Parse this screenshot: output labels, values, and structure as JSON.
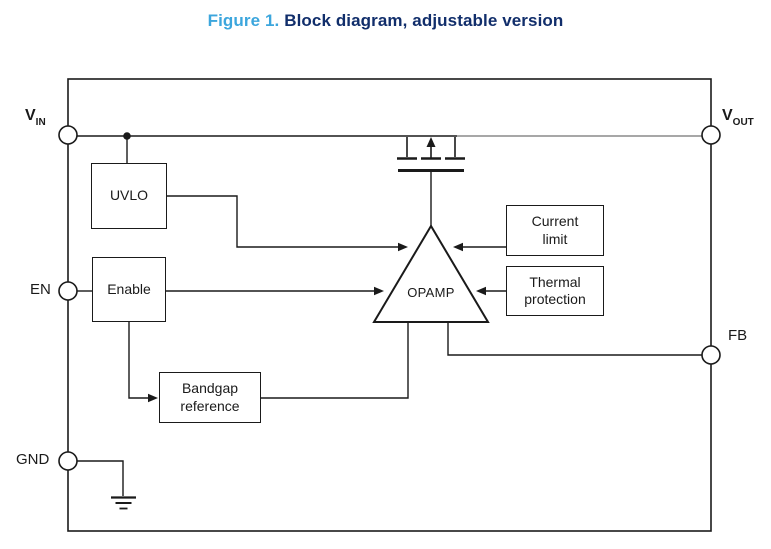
{
  "title": {
    "figure_label": "Figure 1.",
    "text": "Block diagram, adjustable version"
  },
  "colors": {
    "figure_label_blue": "#3ca6dd",
    "title_navy": "#112e6b",
    "line_black": "#1a1a1a",
    "line_gray": "#8a8a8a"
  },
  "pins": {
    "vin": {
      "base": "V",
      "sub": "IN"
    },
    "vout": {
      "base": "V",
      "sub": "OUT"
    },
    "en": {
      "label": "EN"
    },
    "fb": {
      "label": "FB"
    },
    "gnd": {
      "label": "GND"
    }
  },
  "blocks": {
    "uvlo": {
      "label": "UVLO"
    },
    "enable": {
      "label": "Enable"
    },
    "bandgap_reference": {
      "line1": "Bandgap",
      "line2": "reference"
    },
    "current_limit": {
      "line1": "Current",
      "line2": "limit"
    },
    "thermal_protection": {
      "line1": "Thermal",
      "line2": "protection"
    },
    "opamp": {
      "label": "OPAMP"
    }
  },
  "icons": {
    "pass_transistor": "pmos-pass-transistor-icon",
    "ground": "ground-symbol-icon"
  }
}
